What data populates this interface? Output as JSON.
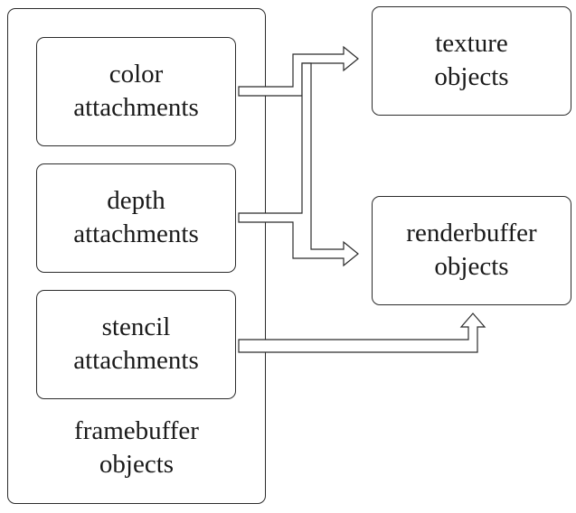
{
  "framebuffer": {
    "line1": "framebuffer",
    "line2": "objects"
  },
  "color": {
    "line1": "color",
    "line2": "attachments"
  },
  "depth": {
    "line1": "depth",
    "line2": "attachments"
  },
  "stencil": {
    "line1": "stencil",
    "line2": "attachments"
  },
  "texture": {
    "line1": "texture",
    "line2": "objects"
  },
  "renderbuffer": {
    "line1": "renderbuffer",
    "line2": "objects"
  }
}
